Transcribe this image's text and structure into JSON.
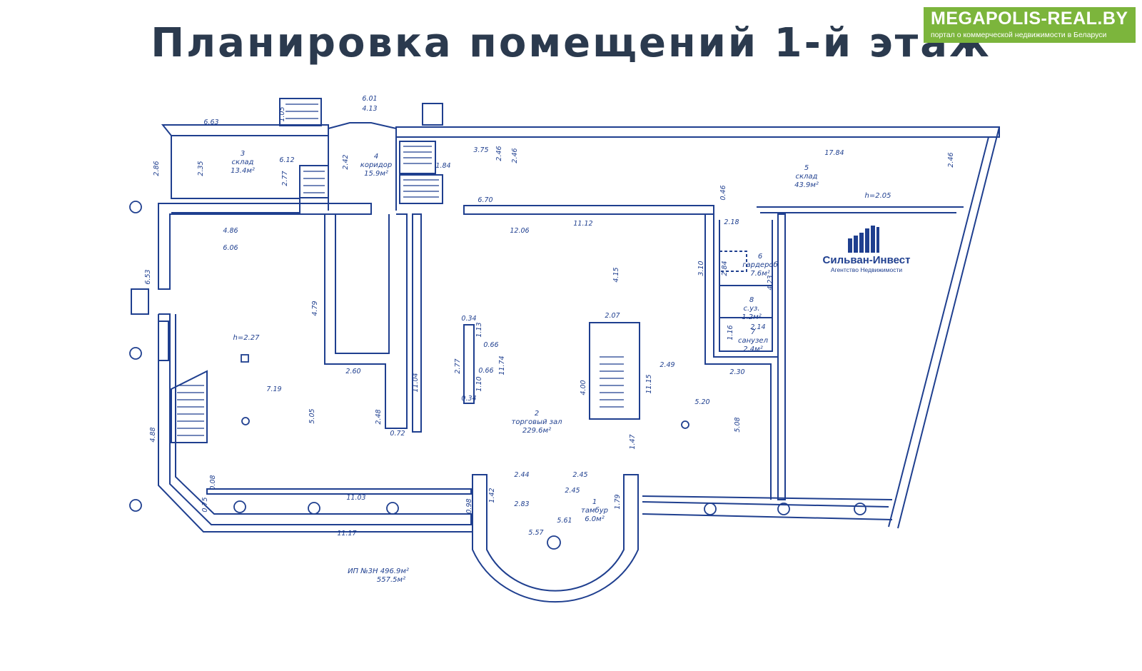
{
  "title": "Планировка помещений 1-й этаж",
  "badge": {
    "site": "MEGAPOLIS-REAL.BY",
    "tagline": "портал о коммерческой недвижимости в Беларуси",
    "color": "#7cb53c"
  },
  "logo": {
    "name": "Сильван-Инвест",
    "subtitle": "Агентство Недвижимости",
    "color": "#1f3f8f"
  },
  "plan_color": "#1f3f8f",
  "labels": {
    "r3_num": "3",
    "r3_name": "склад",
    "r3_area": "13.4м²",
    "r4_num": "4",
    "r4_name": "коридор",
    "r4_area": "15.9м²",
    "r5_num": "5",
    "r5_name": "склад",
    "r5_area": "43.9м²",
    "r6_num": "6",
    "r6_name": "гардероб",
    "r6_area": "7.6м²",
    "r8_num": "8",
    "r8_name": "с.уз.",
    "r8_area": "1.2м²",
    "r7_num": "7",
    "r7_name": "санузел",
    "r7_area": "2.4м²",
    "r2_num": "2",
    "r2_name": "торговый зал",
    "r2_area": "229.6м²",
    "r1_num": "1",
    "r1_name": "тамбур",
    "r1_area": "6.0м²",
    "h_left": "h=2.27",
    "h_right": "h=2.05",
    "total_1": "ИП №3Н  496.9м²",
    "total_2": "557.5м²"
  },
  "dims": {
    "d1": "6.01",
    "d2": "4.13",
    "d3": "6.63",
    "d4": "1.05",
    "d5": "2.86",
    "d6": "2.35",
    "d7": "6.12",
    "d8": "2.77",
    "d9": "2.42",
    "d10": "3.75",
    "d11": "2.46",
    "d12": "2.46",
    "d13": "1.84",
    "d14": "6.70",
    "d15": "17.84",
    "d16": "2.46",
    "d17": "0.46",
    "d18": "2.18",
    "d19": "4.86",
    "d20": "6.06",
    "d21": "6.53",
    "d22": "12.06",
    "d23": "11.12",
    "d24": "4.15",
    "d25": "3.10",
    "d26": "2.84",
    "d27": "4.23",
    "d28": "4.79",
    "d29": "0.34",
    "d30": "1.13",
    "d31": "0.66",
    "d32": "2.77",
    "d33": "0.66",
    "d34": "11.74",
    "d35": "1.10",
    "d36": "0.34",
    "d37": "2.07",
    "d38": "2.49",
    "d39": "11.15",
    "d40": "4.00",
    "d41": "2.60",
    "d42": "11.04",
    "d43": "7.19",
    "d44": "5.05",
    "d45": "2.48",
    "d46": "0.72",
    "d47": "2.30",
    "d48": "5.20",
    "d49": "5.08",
    "d50": "4.88",
    "d51": "1.47",
    "d52": "2.44",
    "d53": "2.45",
    "d54": "2.45",
    "d55": "0.08",
    "d56": "11.03",
    "d57": "0.75",
    "d58": "0.98",
    "d59": "1.42",
    "d60": "2.83",
    "d61": "1.79",
    "d62": "5.61",
    "d63": "5.57",
    "d64": "11.17",
    "d65": "1.16",
    "d66": "2.14"
  }
}
